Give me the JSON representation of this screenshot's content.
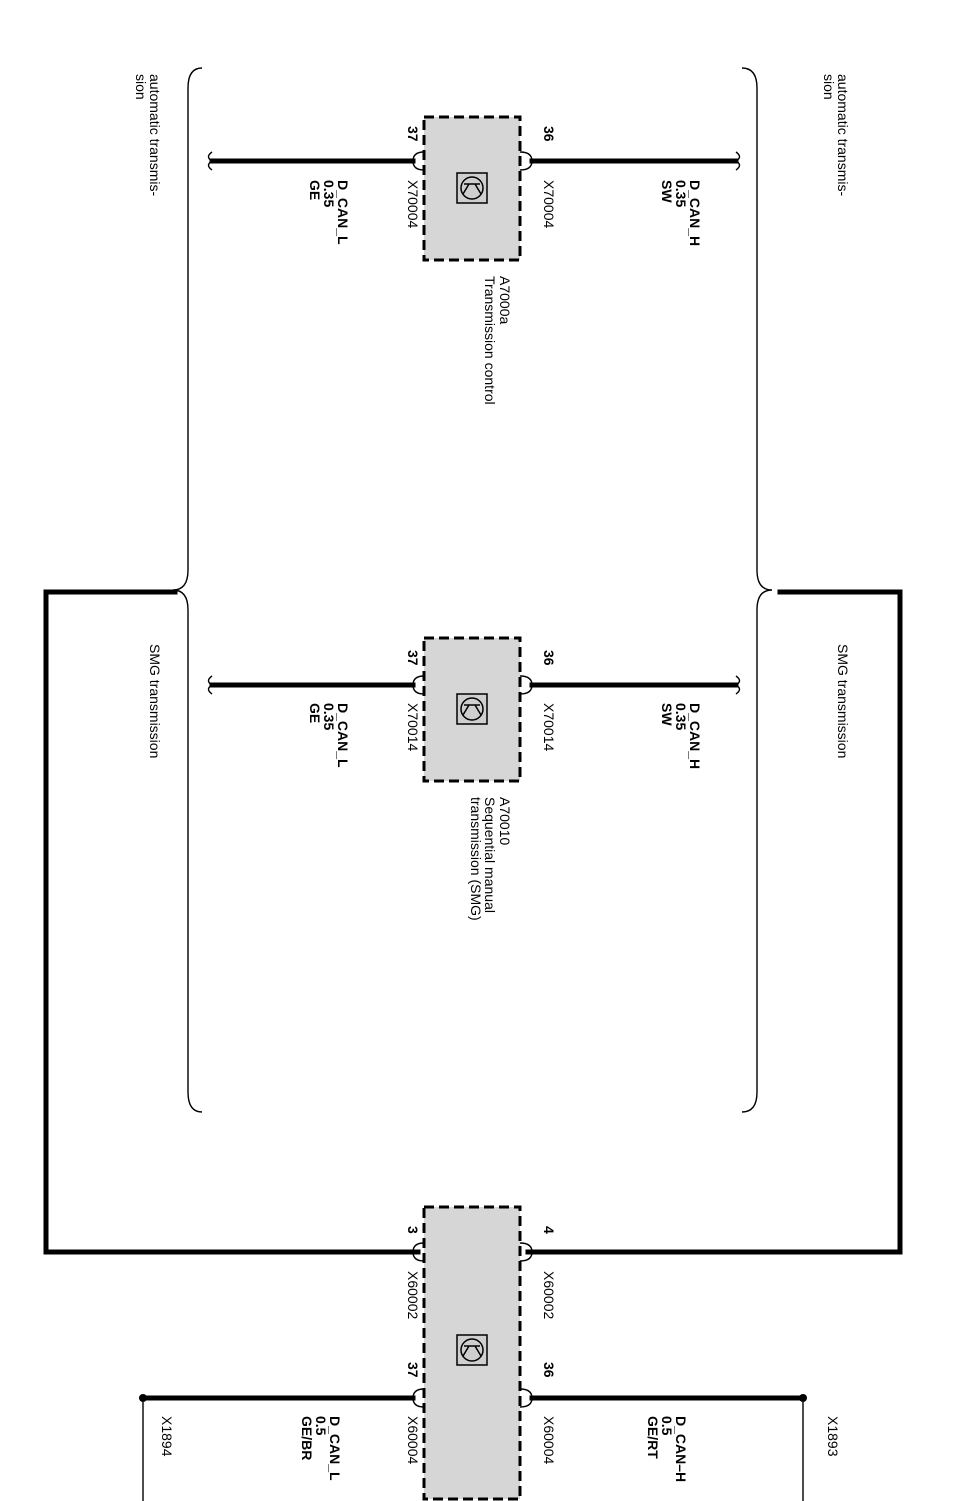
{
  "labels": {
    "auto_right": [
      "automatic transmis-",
      "sion"
    ],
    "auto_left": [
      "automatic transmis-",
      "sion"
    ],
    "smg_right": [
      "SMG transmission"
    ],
    "smg_left": [
      "SMG transmission"
    ]
  },
  "modules": {
    "a7000a": {
      "id": "A7000a",
      "name": [
        "Transmission control"
      ]
    },
    "a70010": {
      "id": "A70010",
      "name": [
        "Sequential manual",
        "transmission (SMG)"
      ]
    }
  },
  "pins": {
    "a7000a_h": "36",
    "a7000a_l": "37",
    "a70010_h": "36",
    "a70010_l": "37",
    "bottom_4": "4",
    "bottom_3": "3",
    "bottom_36": "36",
    "bottom_37": "37"
  },
  "connectors": {
    "a7000a_h": "X70004",
    "a7000a_l": "X70004",
    "a70010_h": "X70014",
    "a70010_l": "X70014",
    "bottom_h1": "X60002",
    "bottom_l1": "X60002",
    "bottom_h2": "X60004",
    "bottom_l2": "X60004"
  },
  "wires": {
    "a7000a_h": [
      "D_CAN_H",
      "0.35",
      "SW"
    ],
    "a7000a_l": [
      "D_CAN_L",
      "0.35",
      "GE"
    ],
    "a70010_h": [
      "D_CAN_H",
      "0.35",
      "SW"
    ],
    "a70010_l": [
      "D_CAN_L",
      "0.35",
      "GE"
    ],
    "bottom_h": [
      "D_CAN–H",
      "0.5",
      "GE/RT"
    ],
    "bottom_l": [
      "D_CAN_L",
      "0.5",
      "GE/BR"
    ]
  },
  "splices": {
    "x1893": "X1893",
    "x1894": "X1894"
  }
}
